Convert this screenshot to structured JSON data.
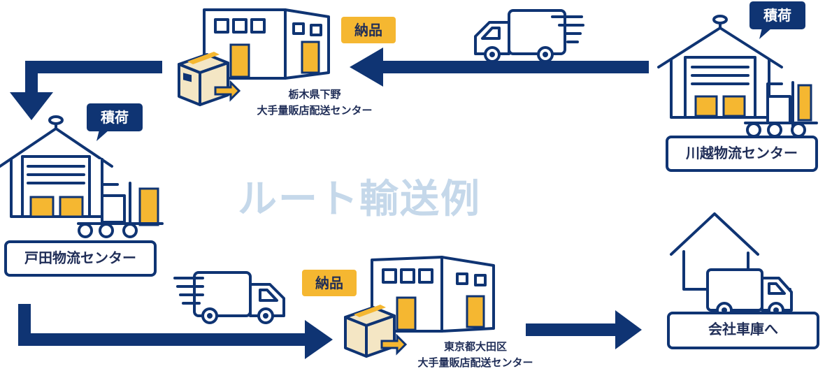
{
  "title": "ルート輸送例",
  "badges": {
    "loading_1": "積荷",
    "loading_2": "積荷",
    "delivery_1": "納品",
    "delivery_2": "納品"
  },
  "locations": {
    "kawagoe": "川越物流センター",
    "toda": "戸田物流センター",
    "shimotsuke_line1": "栃木県下野",
    "shimotsuke_line2": "大手量販店配送センター",
    "ota_line1": "東京都大田区",
    "ota_line2": "大手量販店配送センター",
    "garage": "会社車庫へ"
  },
  "colors": {
    "navy": "#0f3473",
    "yellow": "#f5b731",
    "title": "#c5d8ea",
    "box": "#f4e6c4"
  }
}
